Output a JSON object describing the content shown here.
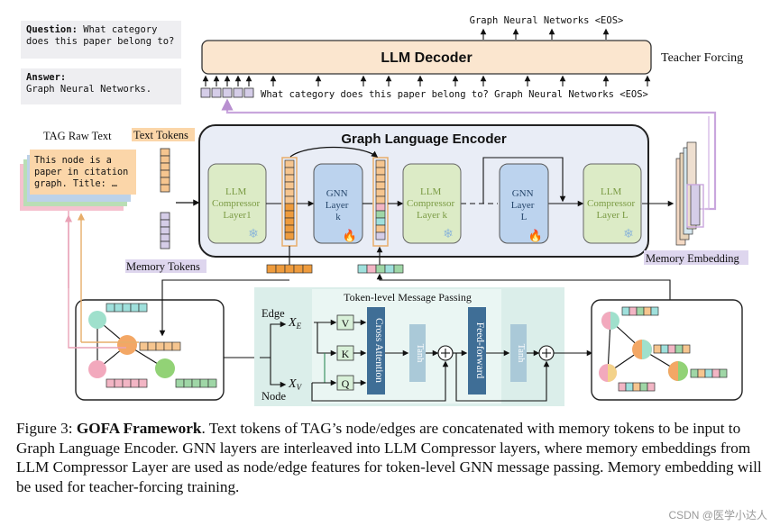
{
  "question": {
    "label": "Question:",
    "text_line1": "What category",
    "text_line2": "does this paper belong to?"
  },
  "answer": {
    "label": "Answer:",
    "text": "Graph Neural Networks."
  },
  "decoder": {
    "title": "LLM Decoder",
    "side_label": "Teacher Forcing",
    "output_text": "Graph Neural Networks <EOS>",
    "input_text": "What category does this paper belong to? Graph Neural Networks <EOS>"
  },
  "left_panel": {
    "raw_text_title": "TAG Raw Text",
    "raw_text_body": [
      "This node is a",
      "paper in citation",
      "graph. Title: …"
    ],
    "text_tokens_label": "Text Tokens",
    "memory_tokens_label": "Memory Tokens"
  },
  "encoder": {
    "title": "Graph Language Encoder",
    "blocks": [
      {
        "line1": "LLM",
        "line2": "Compressor",
        "line3": "Layer1"
      },
      {
        "line1": "GNN",
        "line2": "Layer",
        "line3": "k"
      },
      {
        "line1": "LLM",
        "line2": "Compressor",
        "line3": "Layer k"
      },
      {
        "line1": "GNN",
        "line2": "Layer",
        "line3": "L"
      },
      {
        "line1": "LLM",
        "line2": "Compressor",
        "line3": "Layer L"
      }
    ],
    "memory_embedding_label": "Memory Embedding"
  },
  "message_passing": {
    "title": "Token-level Message Passing",
    "edge_label": "Edge",
    "node_label": "Node",
    "xe": "X",
    "xe_sub": "E",
    "xv": "X",
    "xv_sub": "V",
    "v": "V",
    "k": "K",
    "q": "Q",
    "cross_attention": "Cross Attention",
    "tanh1": "Tanh",
    "feed_forward": "Feed-forward",
    "tanh2": "Tanh"
  },
  "caption": {
    "prefix": "Figure 3: ",
    "bold": "GOFA Framework",
    "rest": ". Text tokens of TAG’s node/edges are concatenated with memory tokens to be input to Graph Language Encoder. GNN layers are interleaved into LLM Compressor layers, where memory embeddings from LLM Compressor Layer are used as node/edge features for token-level GNN message passing. Memory embedding will be used for teacher-forcing training."
  },
  "watermark": "CSDN @医学小达人",
  "colors": {
    "decoder_fill": "#fbe6cf",
    "encoder_fill": "#e9edf6",
    "compressor_fill": "#dcebc6",
    "gnn_fill": "#bcd3ee",
    "mp_fill": "#dbeeea",
    "dark_block": "#3f6e96",
    "light_block": "#aac9d8",
    "token_orange": "#f6c58f",
    "token_purple": "#d5cde8",
    "token_green": "#9fd6a6",
    "token_pink": "#f2b5c4",
    "token_teal": "#9fe0dc",
    "memory_line": "#c9a6dd"
  }
}
